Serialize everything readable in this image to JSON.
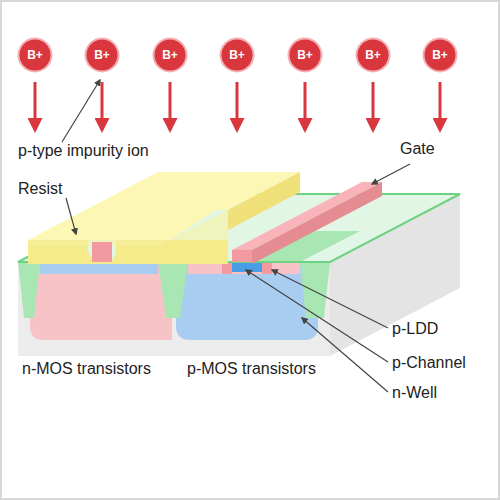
{
  "diagram": {
    "nodes": [
      {
        "text": [
          "B+"
        ]
      },
      {
        "text": [
          "B+"
        ]
      },
      {
        "text": [
          "B+"
        ]
      },
      {
        "text": [
          "B+"
        ]
      },
      {
        "text": [
          "B+"
        ]
      },
      {
        "text": [
          "B+"
        ]
      },
      {
        "text": [
          "B+"
        ]
      }
    ],
    "labels": [
      "p-type impurity ion",
      "Resist",
      "Gate",
      "p-LDD",
      "p-Channel",
      "n-Well",
      "n-MOS transistors",
      "p-MOS transistors"
    ]
  }
}
